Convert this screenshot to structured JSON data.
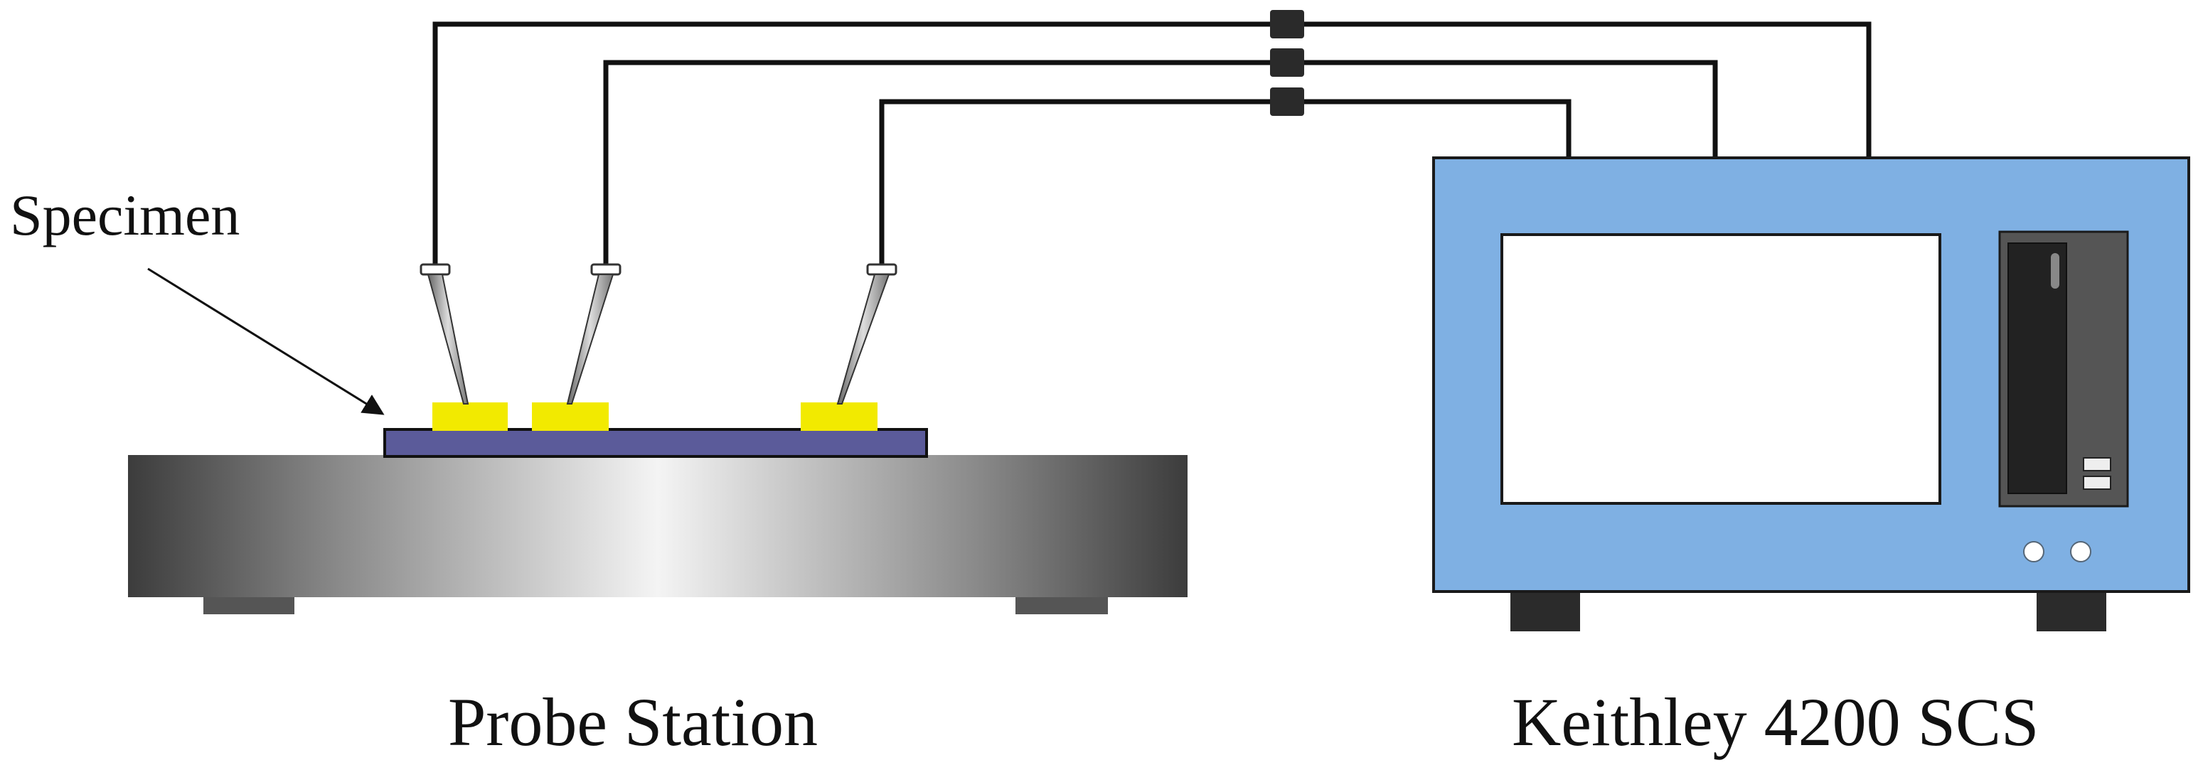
{
  "labels": {
    "specimen": "Specimen",
    "probe_station": "Probe Station",
    "instrument": "Keithley 4200 SCS"
  },
  "colors": {
    "wire": "#111111",
    "connector": "#2a2a2a",
    "specimen_substrate": "#5b5b9a",
    "contact_pad": "#f2ea00",
    "instrument_body": "#7fb0e3",
    "instrument_screen": "#ffffff",
    "instrument_drive_panel": "#555555",
    "instrument_feet": "#2b2b2b",
    "stage_feet": "#555555"
  },
  "icons": {
    "probe_tip": "probe-needle-icon",
    "cable_connector": "cable-connector-icon",
    "usb_port": "usb-port-icon",
    "indicator_light": "indicator-light-icon",
    "arrow": "arrow-pointer-icon"
  }
}
